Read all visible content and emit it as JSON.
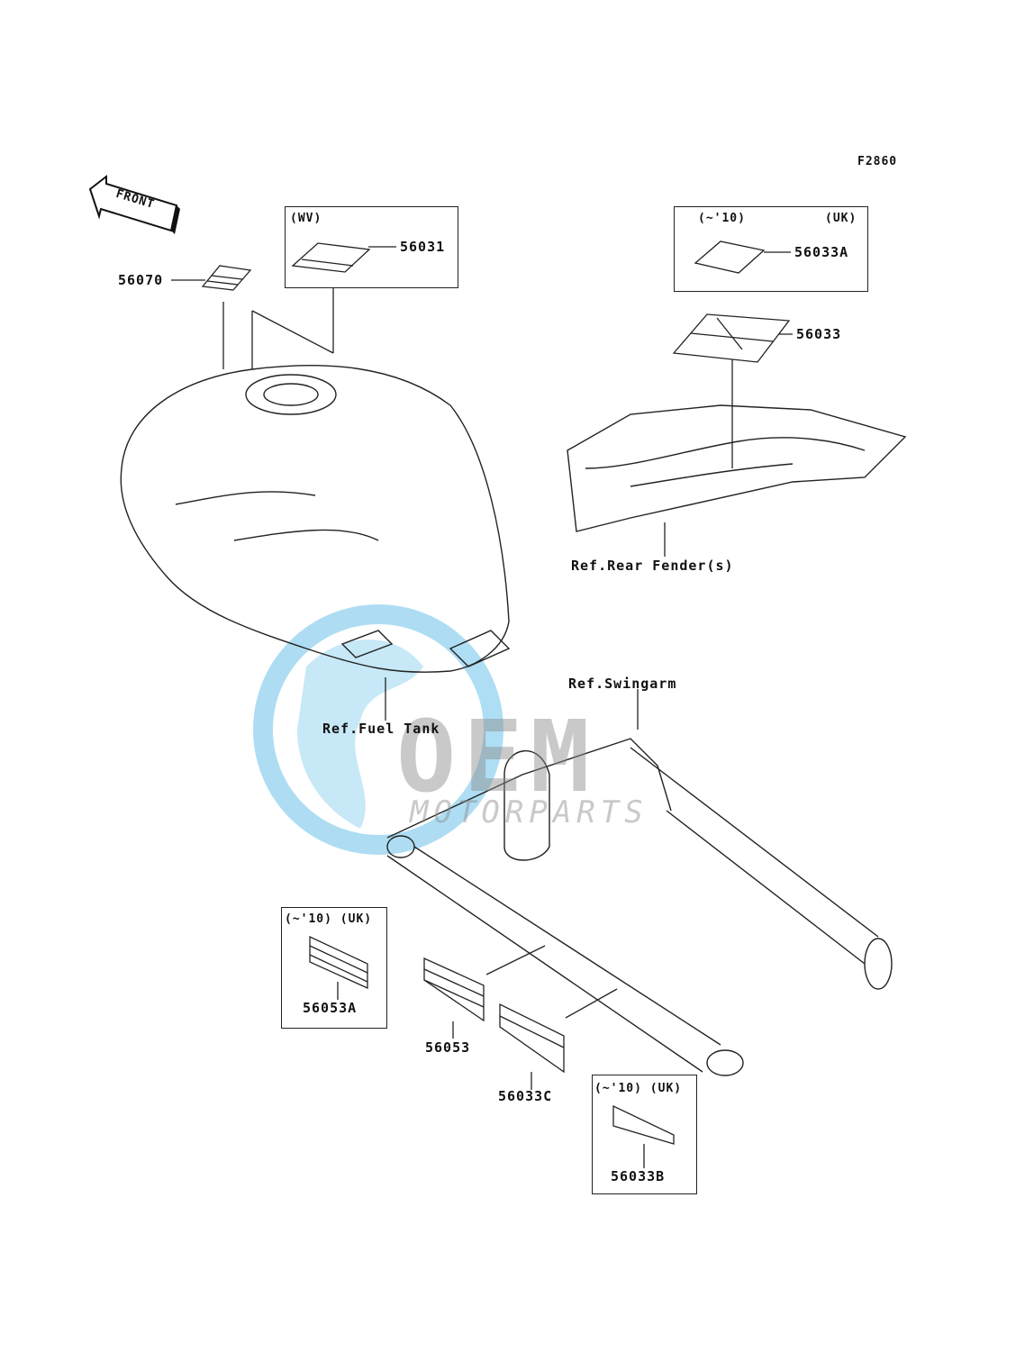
{
  "figure_code": "F2860",
  "front_arrow_label": "FRONT",
  "watermark": {
    "main": "OEM",
    "sub": "MOTORPARTS"
  },
  "boxes": {
    "wv": {
      "condition": "(WV)"
    },
    "rear_top": {
      "condition_left": "(~'10)",
      "condition_right": "(UK)"
    },
    "left_bottom": {
      "condition": "(~'10) (UK)"
    },
    "right_bottom": {
      "condition": "(~'10) (UK)"
    }
  },
  "parts": [
    {
      "id": "p56070",
      "number": "56070"
    },
    {
      "id": "p56031",
      "number": "56031"
    },
    {
      "id": "p56033A",
      "number": "56033A"
    },
    {
      "id": "p56033",
      "number": "56033"
    },
    {
      "id": "p56053A",
      "number": "56053A"
    },
    {
      "id": "p56053",
      "number": "56053"
    },
    {
      "id": "p56033C",
      "number": "56033C"
    },
    {
      "id": "p56033B",
      "number": "56033B"
    }
  ],
  "references": {
    "rear_fender": "Ref.Rear Fender(s)",
    "fuel_tank": "Ref.Fuel Tank",
    "swingarm": "Ref.Swingarm"
  },
  "colors": {
    "line": "#222222",
    "watermark_blue": "#6cc2ea",
    "watermark_gray": "#8a8a8a"
  }
}
